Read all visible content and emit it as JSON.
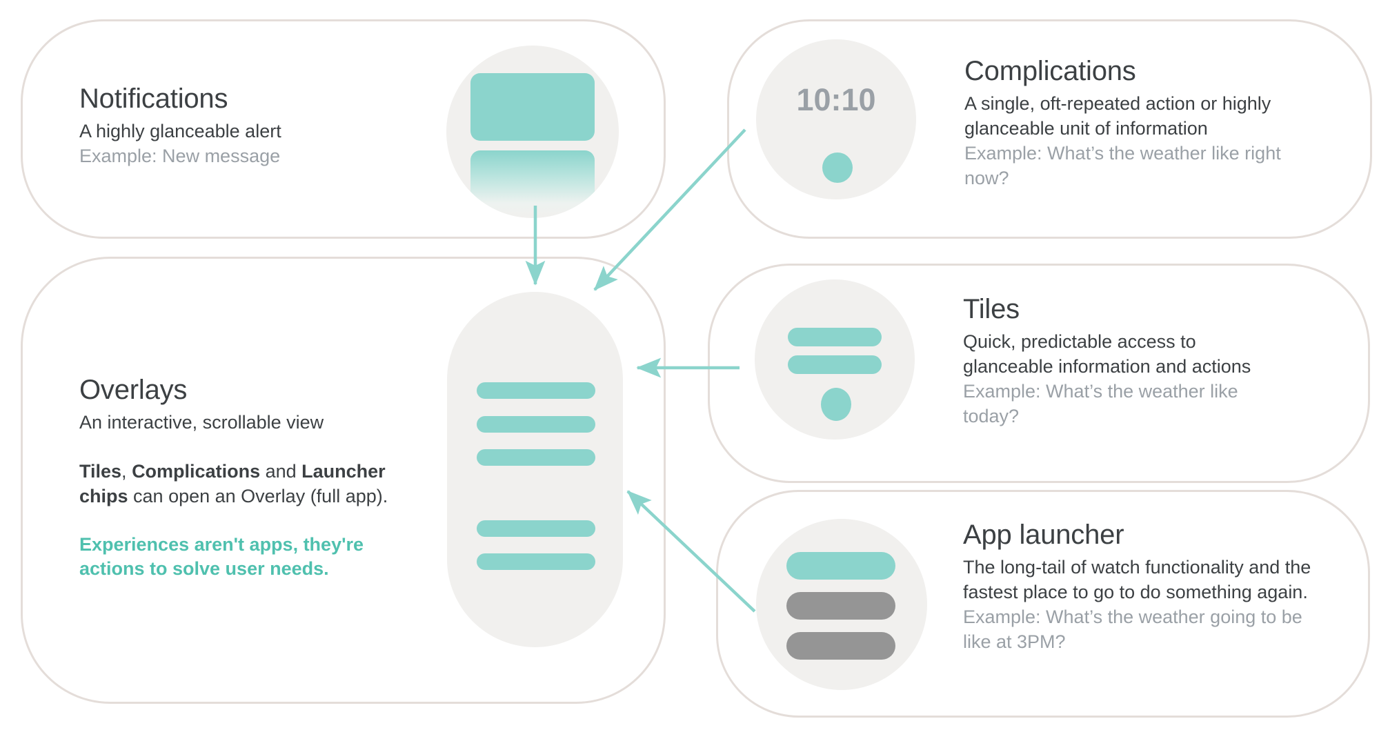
{
  "colors": {
    "accent_teal": "#8BD4CC",
    "accent_teal_text": "#4FC0AE",
    "card_border": "#E4DDD9",
    "icon_bg": "#F1F0EE",
    "text_primary": "#3C4043",
    "text_muted": "#9AA0A6",
    "gray_chip": "#959595"
  },
  "cards": {
    "notifications": {
      "title": "Notifications",
      "description": "A highly glanceable alert",
      "example": "Example:  New message"
    },
    "complications": {
      "title": "Complications",
      "description": "A single, oft-repeated action or highly glanceable unit of information",
      "example": "Example:  What’s the weather like right now?",
      "clock_time": "10:10"
    },
    "overlays": {
      "title": "Overlays",
      "description": "An interactive, scrollable view",
      "body_bold_1": "Tiles",
      "body_sep_1": ", ",
      "body_bold_2": "Complications",
      "body_mid": " and ",
      "body_bold_3": "Launcher chips",
      "body_tail": " can open an Overlay (full app).",
      "accent_line": "Experiences aren't apps, they're actions to solve user needs."
    },
    "tiles": {
      "title": "Tiles",
      "description": "Quick, predictable access to glanceable information and actions",
      "example": "Example: What’s the weather like today?"
    },
    "app_launcher": {
      "title": "App launcher",
      "description": "The long-tail of watch functionality and the fastest place to go to do something again.",
      "example": "Example:  What’s the weather going to be like at 3PM?"
    }
  },
  "arrows": [
    {
      "name": "notification-to-overlay",
      "from": "notification-icon",
      "to": "overlay-device-top"
    },
    {
      "name": "complication-to-overlay",
      "from": "complication-icon",
      "to": "overlay-device-top"
    },
    {
      "name": "tiles-to-overlay",
      "from": "tiles-icon",
      "to": "overlay-device-right"
    },
    {
      "name": "launcher-to-overlay",
      "from": "app-launcher-icon",
      "to": "overlay-device-right-lower"
    }
  ]
}
